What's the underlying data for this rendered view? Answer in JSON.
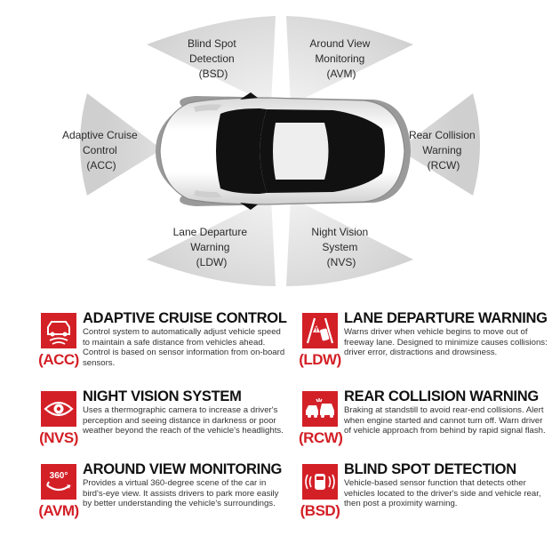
{
  "sectors": {
    "bsd": [
      "Blind Spot",
      "Detection",
      "(BSD)"
    ],
    "avm": [
      "Around View",
      "Monitoring",
      "(AVM)"
    ],
    "acc": [
      "Adaptive Cruise",
      "Control",
      "(ACC)"
    ],
    "rcw": [
      "Rear Collision",
      "Warning",
      "(RCW)"
    ],
    "ldw": [
      "Lane Departure",
      "Warning",
      "(LDW)"
    ],
    "nvs": [
      "Night Vision",
      "System",
      "(NVS)"
    ]
  },
  "features": {
    "acc": {
      "title": "ADAPTIVE CRUISE CONTROL",
      "abbr": "(ACC)",
      "icon": "adaptive-cruise-icon",
      "desc": "Control system to automatically adjust vehicle speed to maintain a safe distance from vehicles ahead. Control is based on sensor information from on-board sensors."
    },
    "ldw": {
      "title": "LANE DEPARTURE WARNING",
      "abbr": "(LDW)",
      "icon": "lane-departure-icon",
      "desc": "Warns driver when vehicle begins to move out of freeway lane. Designed to minimize causes collisions: driver error, distractions and drowsiness."
    },
    "nvs": {
      "title": "NIGHT VISION SYSTEM",
      "abbr": "(NVS)",
      "icon": "eye-icon",
      "desc": "Uses a thermographic camera to increase a driver's perception and seeing distance in darkness or poor weather beyond the reach of the vehicle's headlights."
    },
    "rcw": {
      "title": "REAR COLLISION WARNING",
      "abbr": "(RCW)",
      "icon": "rear-collision-icon",
      "desc": "Braking at standstill to avoid rear-end collisions. Alert when engine started and cannot turn off. Warn driver of vehicle approach from behind by rapid signal flash."
    },
    "avm": {
      "title": "AROUND VIEW MONITORING",
      "abbr": "(AVM)",
      "icon": "360-view-icon",
      "icon_text": "360°",
      "desc": "Provides a virtual 360-degree scene of the car in bird's-eye view. It assists drivers to park more easily by better understanding the vehicle's surroundings."
    },
    "bsd": {
      "title": "BLIND SPOT DETECTION",
      "abbr": "(BSD)",
      "icon": "blind-spot-icon",
      "desc": "Vehicle-based sensor function that detects other vehicles located to the driver's side and vehicle rear, then post a proximity warning."
    }
  },
  "colors": {
    "accent": "#d32027",
    "sector": "#d8d8d8",
    "text": "#2a2a2a"
  }
}
